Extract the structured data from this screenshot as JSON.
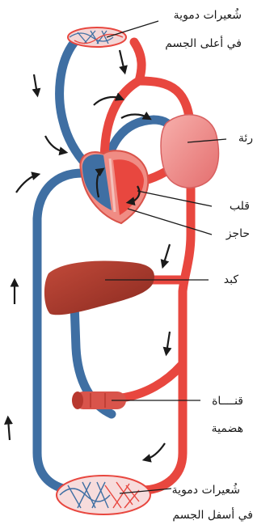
{
  "labels": {
    "upper_capillaries_1": "شُعيرات دموية",
    "upper_capillaries_2": "في أعلى الجسم",
    "lung": "رئة",
    "heart": "قلب",
    "septum": "حاجز",
    "liver": "كبد",
    "digestive_1": "قنــــاة",
    "digestive_2": "هضمية",
    "lower_capillaries_1": "شُعيرات دموية",
    "lower_capillaries_2": "في أسفل الجسم"
  },
  "colors": {
    "oxygenated": "#e8473f",
    "deoxygenated": "#3f6fa3",
    "lung": "#f08a8a",
    "liver": "#a63a2c",
    "arrow": "#1a1a1a"
  }
}
